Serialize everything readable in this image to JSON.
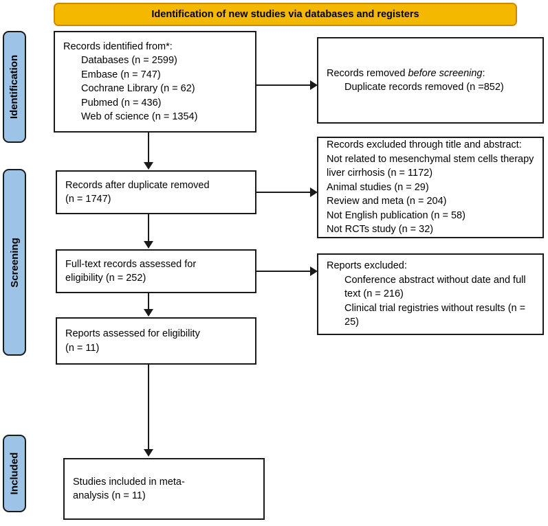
{
  "diagram": {
    "type": "PRISMA flow diagram",
    "title_banner": "Identification of new studies via databases and registers",
    "stages": [
      {
        "name": "identification",
        "label": "Identification"
      },
      {
        "name": "screening",
        "label": "Screening"
      },
      {
        "name": "included",
        "label": "Included"
      }
    ],
    "boxes": {
      "records_identified": {
        "heading": "Records identified from*:",
        "items": [
          "Databases (n = 2599)",
          "Embase (n = 747)",
          "Cochrane Library (n = 62)",
          "Pubmed (n = 436)",
          "Web of science (n = 1354)"
        ]
      },
      "records_removed": {
        "heading_pre": "Records removed ",
        "heading_em": "before screening",
        "heading_post": ":",
        "items": [
          "Duplicate records removed (n =852)"
        ]
      },
      "records_after_duplicates": {
        "line1": "Records after duplicate removed",
        "line2": "(n = 1747)"
      },
      "records_excluded": {
        "heading": "Records excluded through title and abstract:",
        "items": [
          "Not related to mesenchymal stem cells therapy liver cirrhosis (n = 1172)",
          "Animal studies (n = 29)",
          "Review and meta (n = 204)",
          "Not English publication (n = 58)",
          "Not RCTs study (n = 32)"
        ]
      },
      "fulltext_assessed": {
        "line1": "Full-text records assessed for",
        "line2": "eligibility (n = 252)"
      },
      "reports_excluded": {
        "heading": "Reports excluded:",
        "items": [
          "Conference abstract without date and full text (n = 216)",
          "Clinical trial registries without results (n = 25)"
        ]
      },
      "reports_assessed": {
        "line1": "Reports assessed for eligibility",
        "line2": "(n = 11)"
      },
      "studies_included": {
        "line1": "Studies included in meta-",
        "line2": "analysis (n = 11)"
      }
    },
    "colors": {
      "banner_fill": "#F5B800",
      "banner_border": "#C98A00",
      "stage_fill": "#9DC3E6",
      "box_border": "#1a1a1a",
      "box_fill": "#ffffff"
    }
  }
}
